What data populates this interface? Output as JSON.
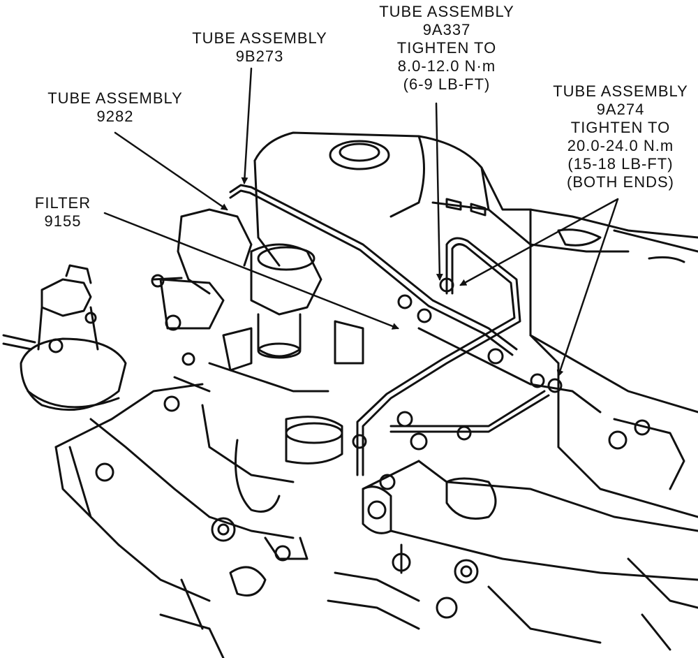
{
  "labels": {
    "tube_9b273": {
      "line1": "TUBE ASSEMBLY",
      "line2": "9B273"
    },
    "tube_9282": {
      "line1": "TUBE ASSEMBLY",
      "line2": "9282"
    },
    "filter_9155": {
      "line1": "FILTER",
      "line2": "9155"
    },
    "tube_9a337": {
      "line1": "TUBE ASSEMBLY",
      "line2": "9A337",
      "line3": "TIGHTEN TO",
      "line4": "8.0-12.0 N·m",
      "line5": "(6-9 LB-FT)"
    },
    "tube_9a274": {
      "line1": "TUBE ASSEMBLY",
      "line2": "9A274",
      "line3": "TIGHTEN TO",
      "line4": "20.0-24.0 N.m",
      "line5": "(15-18 LB-FT)",
      "line6": "(BOTH ENDS)"
    }
  },
  "colors": {
    "ink": "#111111",
    "paper": "#ffffff"
  }
}
